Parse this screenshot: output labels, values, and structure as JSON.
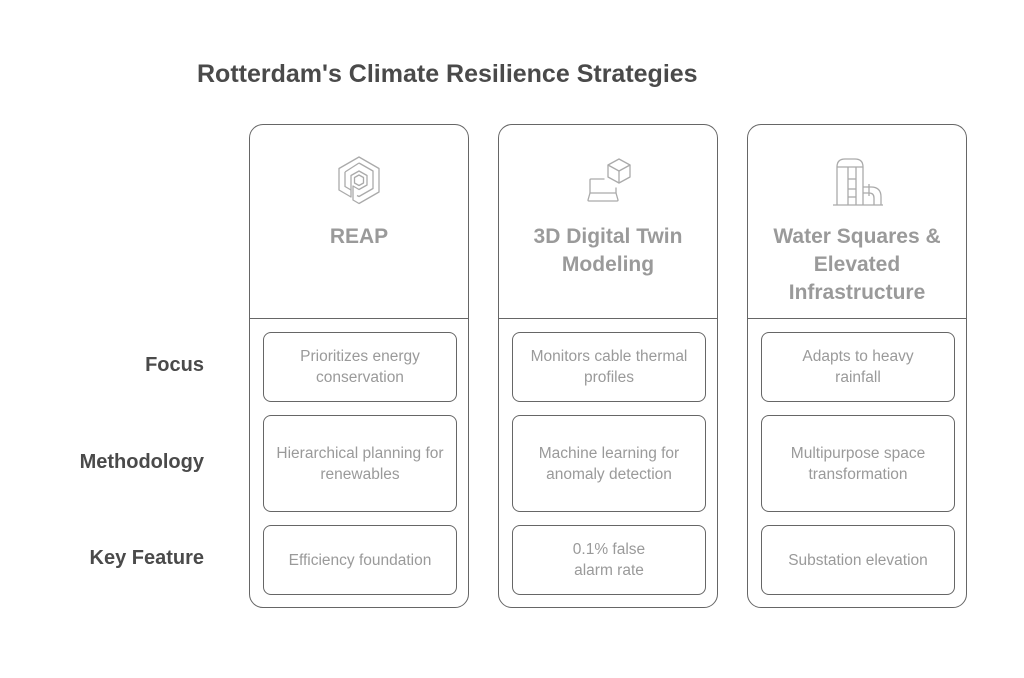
{
  "title": "Rotterdam's Climate Resilience Strategies",
  "row_labels": [
    "Focus",
    "Methodology",
    "Key Feature"
  ],
  "columns": [
    {
      "icon": "hexagon-p-logo-icon",
      "title": "REAP",
      "cells": [
        "Prioritizes energy conservation",
        "Hierarchical planning for renewables",
        "Efficiency foundation"
      ]
    },
    {
      "icon": "laptop-cube-icon",
      "title": "3D Digital Twin Modeling",
      "cells": [
        "Monitors cable thermal profiles",
        "Machine learning for anomaly detection",
        "0.1% false alarm rate"
      ]
    },
    {
      "icon": "silo-building-icon",
      "title": "Water Squares & Elevated Infrastructure",
      "cells": [
        "Adapts to heavy rainfall",
        "Multipurpose space transformation",
        "Substation elevation"
      ]
    }
  ],
  "colors": {
    "title": "#4a4a4a",
    "muted_text": "#9a9a9a",
    "border": "#666666",
    "icon_stroke": "#aaaaaa"
  }
}
